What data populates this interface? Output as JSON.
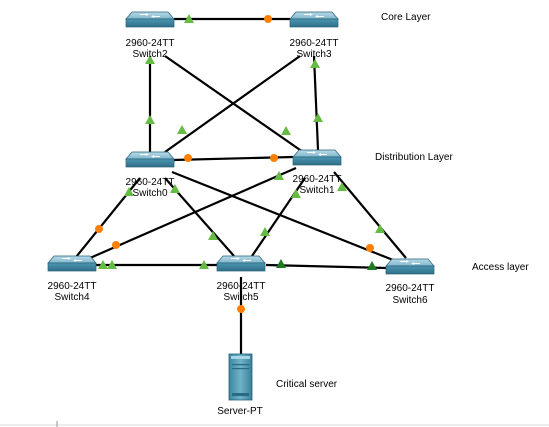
{
  "layer_labels": {
    "core": "Core Layer",
    "distribution": "Distribution Layer",
    "access": "Access layer",
    "critical": "Critical server"
  },
  "devices": {
    "switch2": {
      "model": "2960-24TT",
      "name": "Switch2"
    },
    "switch3": {
      "model": "2960-24TT",
      "name": "Switch3"
    },
    "switch0": {
      "model": "2960-24TT",
      "name": "Switch0"
    },
    "switch1": {
      "model": "2960-24TT",
      "name": "Switch1"
    },
    "switch4": {
      "model": "2960-24TT",
      "name": "Switch4"
    },
    "switch5": {
      "model": "2960-24TT",
      "name": "Switch5"
    },
    "switch6": {
      "model": "2960-24TT",
      "name": "Switch6"
    },
    "server": {
      "name": "Server-PT"
    }
  },
  "colors": {
    "link": "#000000",
    "port_up": "#66bb44",
    "port_up_dark": "#1e7a1e",
    "port_blocked": "#ff8000",
    "switch_top": "#8ec3d6",
    "switch_front": "#3f8aa6",
    "server_body": "#4f9bb3"
  }
}
